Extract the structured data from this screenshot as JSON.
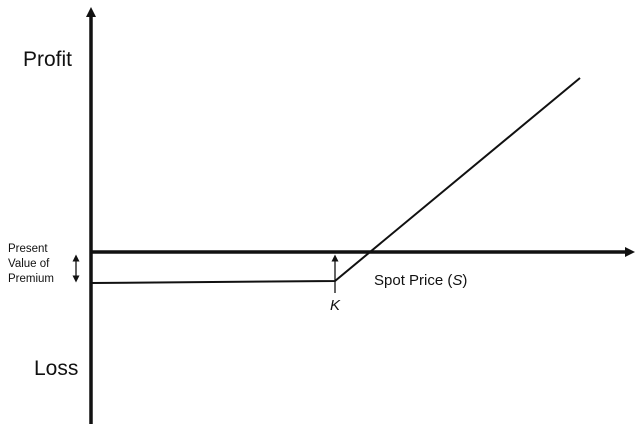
{
  "diagram": {
    "y_axis_top_label": "Profit",
    "y_axis_bottom_label": "Loss",
    "premium_label_line1": "Present",
    "premium_label_line2": "Value of",
    "premium_label_line3": "Premium",
    "x_axis_label_prefix": "Spot Price (",
    "x_axis_label_var": "S",
    "x_axis_label_suffix": ")",
    "strike_label": "K",
    "colors": {
      "line": "#111111",
      "background": "#ffffff"
    }
  }
}
